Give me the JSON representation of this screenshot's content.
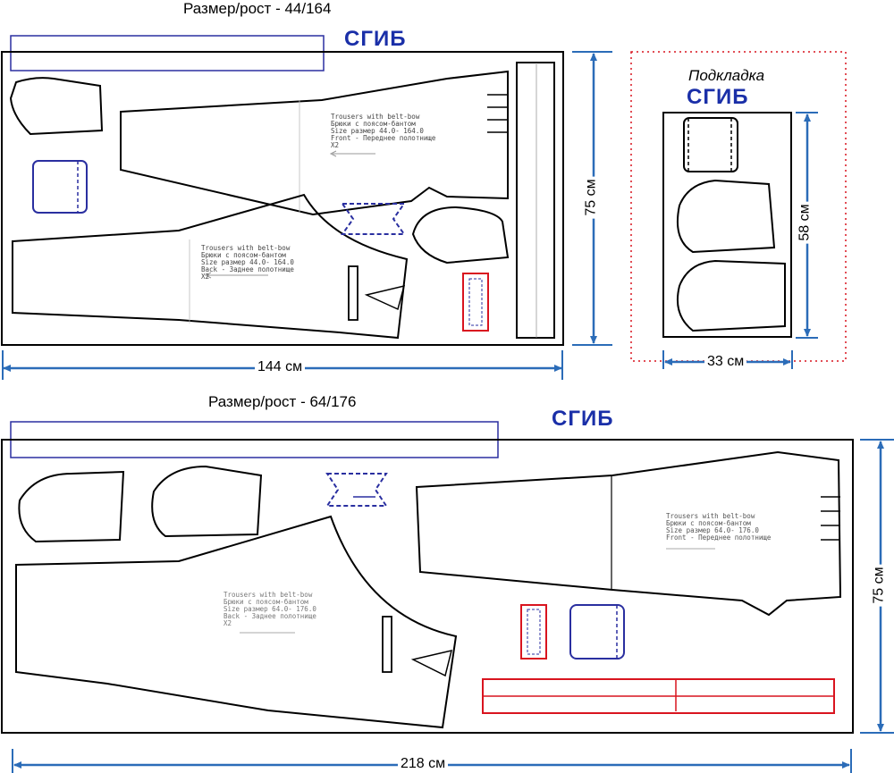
{
  "top_layout": {
    "title": "Размер/рост - 44/164",
    "fold_label": "СГИБ",
    "width_label": "144 см",
    "height_label": "75 см",
    "front_label": {
      "l1": "Trousers with belt-bow",
      "l2": "Брюки с поясом-бантом",
      "l3": "Size размер    44.0-   164.0",
      "l4": "Front  - Переднее полотнище",
      "l5": "X2"
    },
    "back_label": {
      "l1": "Trousers with belt-bow",
      "l2": "Брюки с поясом-бантом",
      "l3": "Size размер    44.0-   164.0",
      "l4": "Back - Заднее полотнище",
      "l5": "X2"
    }
  },
  "lining_layout": {
    "title": "Подкладка",
    "fold_label": "СГИБ",
    "width_label": "33 см",
    "height_label": "58 см"
  },
  "bottom_layout": {
    "title": "Размер/рост - 64/176",
    "fold_label": "СГИБ",
    "width_label": "218 см",
    "height_label": "75 см",
    "front_label": {
      "l1": "Trousers with belt-bow",
      "l2": "Брюки с поясом-бантом",
      "l3": "Size размер    64.0-   176.0",
      "l4": "Front  - Переднее полотнище"
    },
    "back_label": {
      "l1": "Trousers with belt-bow",
      "l2": "Брюки с поясом-бантом",
      "l3": "Size размер    64.0-   176.0",
      "l4": "Back - Заднее полотнище",
      "l5": "X2"
    }
  },
  "colors": {
    "dimension": "#2b6cb8",
    "fold_text": "#1a2fa8",
    "pocket_blue": "#2a2fa0",
    "belt_red": "#d9141f",
    "outline": "#000000"
  }
}
